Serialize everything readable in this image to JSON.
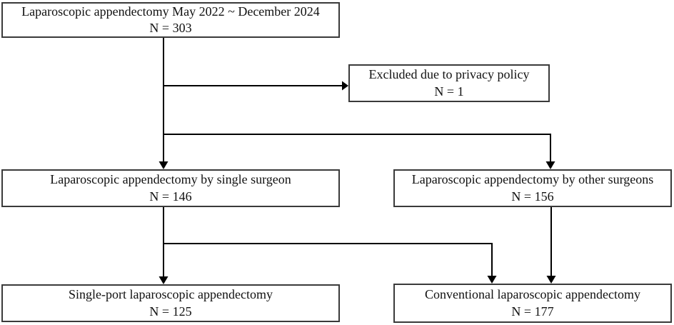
{
  "diagram": {
    "boxes": {
      "total": {
        "label": "Laparoscopic appendectomy May 2022 ~ December 2024",
        "n": "N = 303"
      },
      "excluded": {
        "label": "Excluded due to privacy policy",
        "n": "N = 1"
      },
      "single_surgeon": {
        "label": "Laparoscopic appendectomy by single surgeon",
        "n": "N = 146"
      },
      "other_surgeons": {
        "label": "Laparoscopic appendectomy by other surgeons",
        "n": "N = 156"
      },
      "single_port": {
        "label": "Single-port laparoscopic appendectomy",
        "n": "N = 125"
      },
      "conventional": {
        "label": "Conventional laparoscopic appendectomy",
        "n": "N = 177"
      }
    },
    "colors": {
      "line": "#000000",
      "box_border": "#3a3a3a",
      "text": "#111111",
      "background": "#ffffff"
    }
  }
}
